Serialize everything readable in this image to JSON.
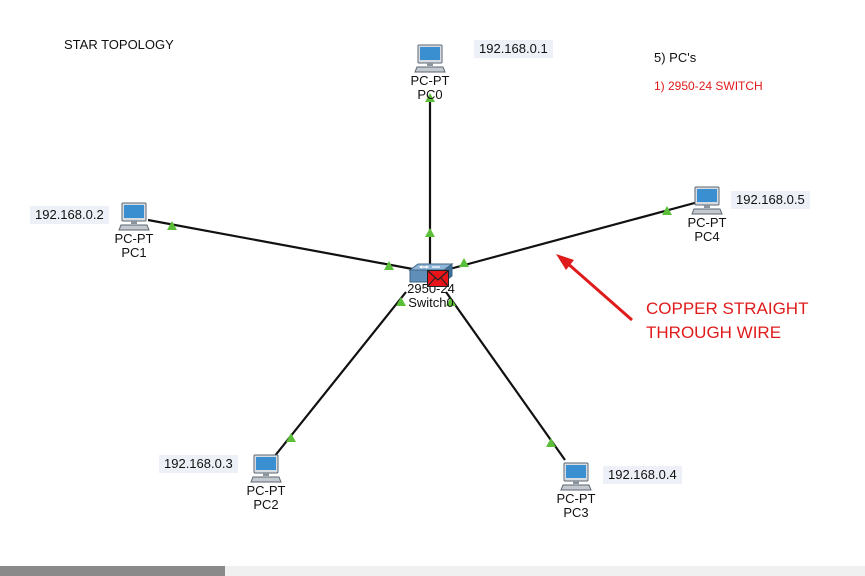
{
  "topology": {
    "title": "STAR TOPOLOGY",
    "notes": {
      "pcs": "5) PC's",
      "switch": "1) 2950-24 SWITCH"
    },
    "annotation": {
      "line1": "COPPER STRAIGHT",
      "line2": "THROUGH WIRE"
    },
    "colors": {
      "annotation": "#e01b1b",
      "wire": "#111111",
      "link_light": "#5cbf3a",
      "pc_screen": "#3a8fd1",
      "envelope": "#e8141a"
    }
  },
  "switch": {
    "model": "2950-24",
    "name": "Switch0",
    "icon": "network-switch-icon"
  },
  "pcs": [
    {
      "type": "PC-PT",
      "name": "PC0",
      "ip": "192.168.0.1",
      "icon": "pc-icon"
    },
    {
      "type": "PC-PT",
      "name": "PC1",
      "ip": "192.168.0.2",
      "icon": "pc-icon"
    },
    {
      "type": "PC-PT",
      "name": "PC2",
      "ip": "192.168.0.3",
      "icon": "pc-icon"
    },
    {
      "type": "PC-PT",
      "name": "PC3",
      "ip": "192.168.0.4",
      "icon": "pc-icon"
    },
    {
      "type": "PC-PT",
      "name": "PC4",
      "ip": "192.168.0.5",
      "icon": "pc-icon"
    }
  ]
}
